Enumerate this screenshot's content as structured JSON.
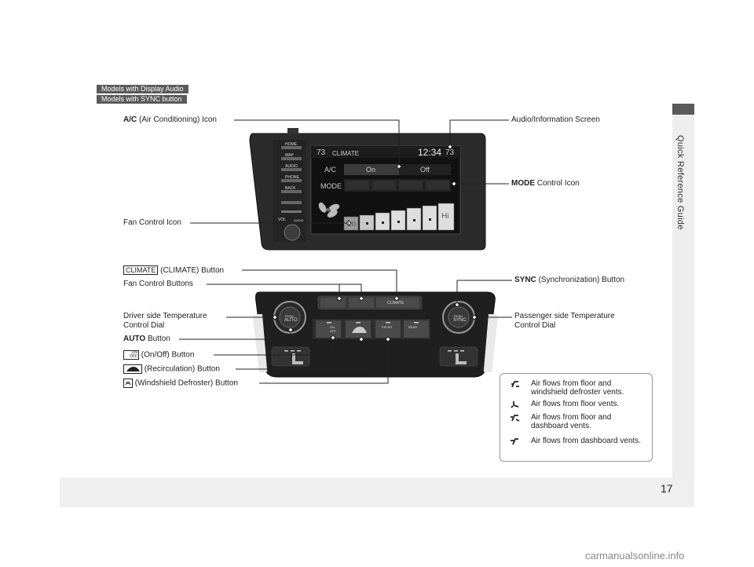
{
  "tags": [
    "Models with Display Audio",
    "Models with SYNC button"
  ],
  "side_tab": "Quick Reference Guide",
  "page_number": "17",
  "watermark": "carmanualsonline.info",
  "screen": {
    "temp_left": "73",
    "temp_right": "73",
    "title": "CLIMATE",
    "clock": "12:34",
    "ac_label": "A/C",
    "ac_on": "On",
    "ac_off": "Off",
    "mode_label": "MODE",
    "fan_lo": "Lo",
    "fan_hi": "Hi",
    "hard_buttons": [
      "HOME",
      "MAP",
      "AUDIO",
      "PHONE",
      "BACK"
    ],
    "vol_label": "VOL",
    "audio_small": "AUDIO"
  },
  "panel": {
    "climate_button": "CLIMATE",
    "push_auto": [
      "PUSH",
      "AUTO"
    ],
    "push_sync": [
      "PUSH",
      "SYNC"
    ],
    "on_off": [
      "ON",
      "OFF"
    ],
    "front": "FRONT",
    "rear": "REAR"
  },
  "labels": {
    "ac_bold": "A/C",
    "ac_rest": "(Air Conditioning) Icon",
    "audio_screen": "Audio/Information Screen",
    "mode_bold": "MODE",
    "mode_rest": "Control Icon",
    "fan_icon": "Fan Control Icon",
    "climate_key": "CLIMATE",
    "climate_rest": "(CLIMATE) Button",
    "fan_buttons": "Fan Control Buttons",
    "sync_bold": "SYNC",
    "sync_rest": "(Synchronization) Button",
    "driver_dial_1": "Driver side Temperature",
    "driver_dial_2": "Control Dial",
    "passenger_dial_1": "Passenger side Temperature",
    "passenger_dial_2": "Control Dial",
    "auto_bold": "AUTO",
    "auto_rest": "Button",
    "onoff_rest": "(On/Off) Button",
    "recirc_rest": "(Recirculation) Button",
    "defrost_rest": "(Windshield Defroster) Button"
  },
  "legend": [
    "Air flows from floor and windshield defroster vents.",
    "Air flows from floor vents.",
    "Air flows from floor and dashboard vents.",
    "Air flows from dashboard vents."
  ]
}
